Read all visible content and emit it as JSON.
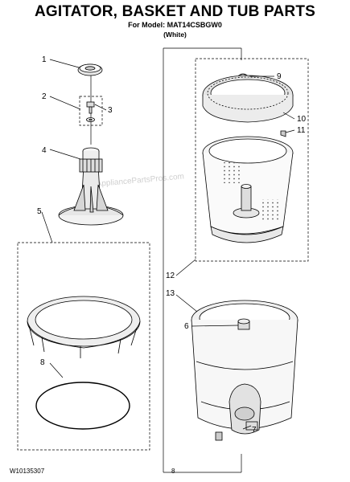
{
  "header": {
    "title": "AGITATOR, BASKET AND TUB PARTS",
    "model_line": "For Model: MAT14CSBGW0",
    "color_line": "(White)"
  },
  "watermark": "AppliancePartsPros.com",
  "callouts": [
    "1",
    "2",
    "3",
    "4",
    "5",
    "6",
    "7",
    "8",
    "9",
    "10",
    "11",
    "12",
    "13"
  ],
  "footer": {
    "doc_number": "W10135307",
    "page_number": "8"
  }
}
